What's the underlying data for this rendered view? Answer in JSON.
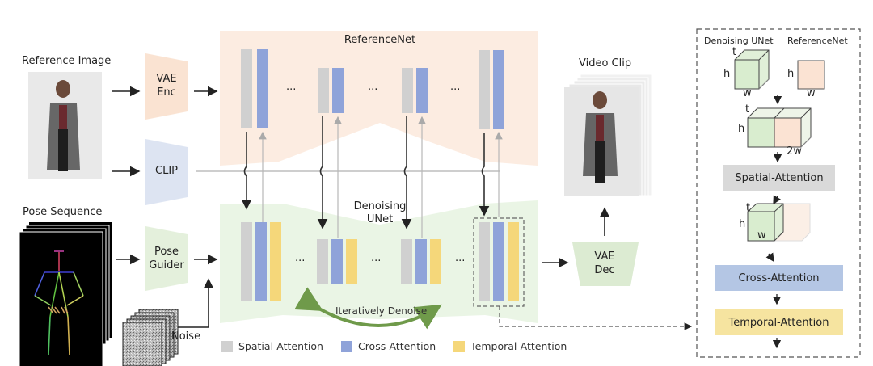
{
  "inputs": {
    "reference_image_label": "Reference Image",
    "pose_sequence_label": "Pose Sequence",
    "noise_label": "Noise"
  },
  "modules": {
    "vae_enc": [
      "VAE",
      "Enc"
    ],
    "clip": "CLIP",
    "pose_guider": [
      "Pose",
      "Guider"
    ],
    "vae_dec": [
      "VAE",
      "Dec"
    ]
  },
  "networks": {
    "reference_net": "ReferenceNet",
    "denoising_unet": [
      "Denoising",
      "UNet"
    ],
    "iterative_label": "Iteratively Denoise",
    "ellipsis": "···"
  },
  "output": {
    "video_clip_label": "Video Clip"
  },
  "legend": [
    {
      "label": "Spatial-Attention",
      "color": "#d0d0d0"
    },
    {
      "label": "Cross-Attention",
      "color": "#8fa3d9"
    },
    {
      "label": "Temporal-Attention",
      "color": "#f5d77a"
    }
  ],
  "inset": {
    "denoising_unet_label": "Denoising UNet",
    "reference_net_label": "ReferenceNet",
    "dim_t": "t",
    "dim_h": "h",
    "dim_w": "w",
    "dim_2w": "2w",
    "spatial_attention": "Spatial-Attention",
    "cross_attention": "Cross-Attention",
    "temporal_attention": "Temporal-Attention"
  },
  "colors": {
    "reference_bg": "#fbe9dc",
    "denoise_bg": "#e8f4e2",
    "clip_bg": "#dde4f2",
    "spatial": "#d0d0d0",
    "cross": "#8fa3d9",
    "temporal": "#f5d77a",
    "arrow_green": "#6f9a4a"
  }
}
